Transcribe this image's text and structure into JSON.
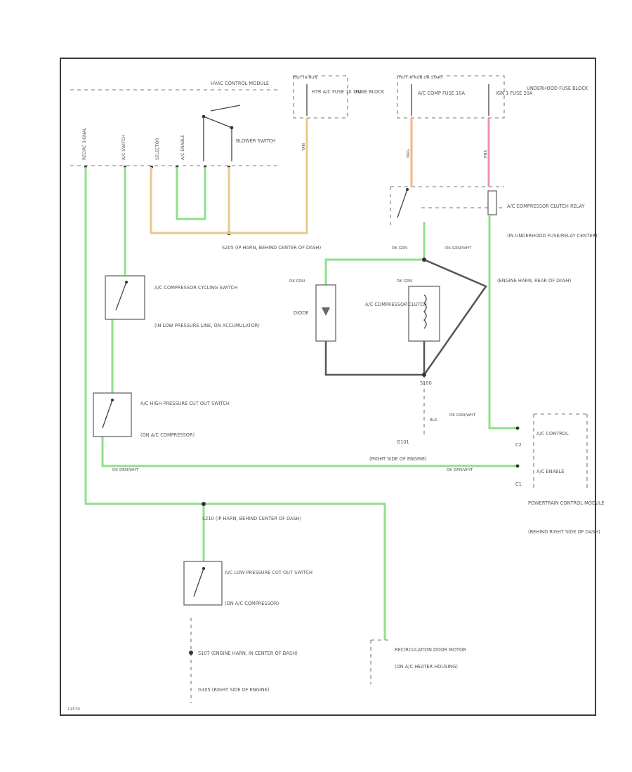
{
  "labels": {
    "hvac_module": "HVAC CONTROL MODULE",
    "pin_recirc": "RECIRC SIGNAL",
    "pin_ac_switch": "A/C SWITCH",
    "pin_selector": "SELECTOR",
    "pin_ac_enable": "A/C ENABLE",
    "blower_switch": "BLOWER SWITCH",
    "hot_in_run": "HOT IN RUN",
    "hot_run_start": "HOT IN RUN OR START",
    "fuse_ac_heater": "HTR A/C FUSE 10 10A",
    "fuse_block": "FUSE BLOCK",
    "fuse_comp": "A/C COMP FUSE 10A",
    "fuse_ign": "IGN 1 FUSE 20A",
    "underhood_fuse": "UNDERHOOD FUSE BLOCK",
    "relay_title": "A/C COMPRESSOR CLUTCH RELAY",
    "relay_loc": "(IN UNDERHOOD FUSE/RELAY CENTER)",
    "s205": "S205 (IP HARN, BEHIND CENTER OF DASH)",
    "cycling_switch": "A/C COMPRESSOR CYCLING SWITCH",
    "cycling_loc": "(IN LOW PRESSURE LINE, ON ACCUMULATOR)",
    "diode": "DIODE",
    "clutch": "A/C COMPRESSOR CLUTCH",
    "s100": "S100",
    "engine_harn": "(ENGINE HARN, REAR OF DASH)",
    "high_cutout": "A/C HIGH PRESSURE CUT OUT SWITCH",
    "high_cutout_loc": "(ON A/C COMPRESSOR)",
    "g101": "G101",
    "g101_loc": "(RIGHT SIDE OF ENGINE)",
    "pcm_control": "A/C CONTROL",
    "pcm_enable": "A/C ENABLE",
    "pcm_title": "POWERTRAIN CONTROL MODULE",
    "pcm_loc": "(BEHIND RIGHT SIDE OF DASH)",
    "s210": "S210 (IP HARN, BEHIND CENTER OF DASH)",
    "low_cutout": "A/C LOW PRESSURE CUT OUT SWITCH",
    "low_cutout_loc": "(ON A/C COMPRESSOR)",
    "recirc_motor": "RECIRCULATION DOOR MOTOR",
    "recirc_loc": "(ON A/C HEATER HOUSING)",
    "s107": "S107 (ENGINE HARN, IN CENTER OF DASH)",
    "g105": "G105 (RIGHT SIDE OF ENGINE)",
    "wire_dkgrn": "DK GRN",
    "wire_dkgrnwht": "DK GRN/WHT",
    "wire_blk": "BLK",
    "wire_tan": "TAN",
    "wire_org": "ORG",
    "wire_pnk": "PNK",
    "pin_c2": "C2",
    "pin_c1": "C1",
    "footer": "11579"
  },
  "colors": {
    "green": "#8de08a",
    "yellow": "#e9c98a",
    "orange": "#f4b486",
    "pink": "#f090b0",
    "black": "#555555"
  }
}
